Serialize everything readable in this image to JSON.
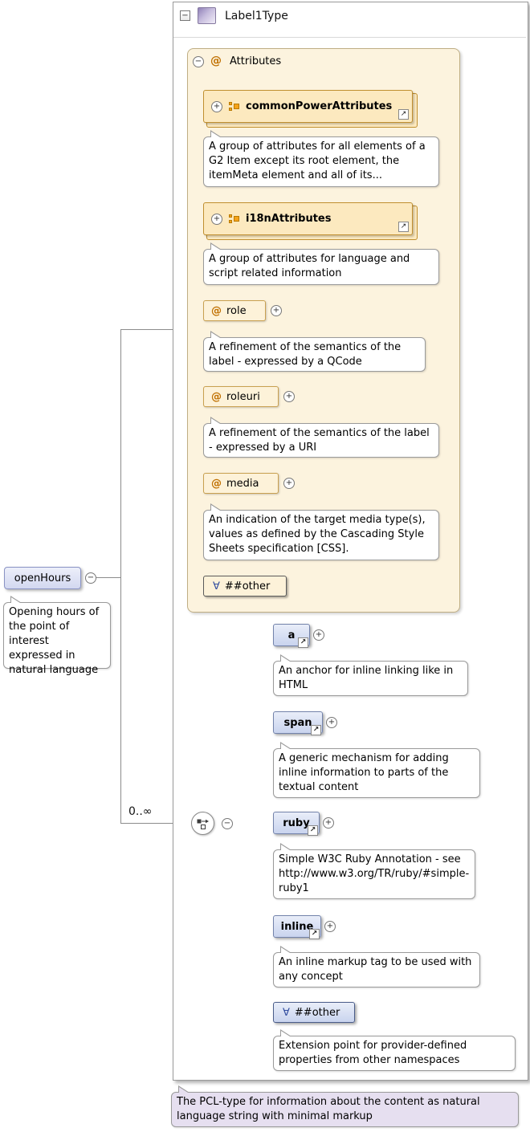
{
  "symbols": {
    "collapse": "−",
    "plus": "+",
    "at": "@",
    "any": "∀",
    "open_ref": "↗"
  },
  "type_header": {
    "title": "Label1Type"
  },
  "attributes_panel": {
    "title": "Attributes",
    "groups": [
      {
        "label": "commonPowerAttributes",
        "desc": "A group of attributes for all elements of a G2 Item except its root element, the itemMeta element and all of its..."
      },
      {
        "label": "i18nAttributes",
        "desc": "A group of attributes for language and script related information"
      }
    ],
    "attrs": [
      {
        "label": "role",
        "desc": "A refinement of the semantics of the label - expressed by a QCode"
      },
      {
        "label": "roleuri",
        "desc": "A refinement of the semantics of the label - expressed by a URI"
      },
      {
        "label": "media",
        "desc": "An indication of the target media type(s), values as defined by the Cascading Style Sheets specification [CSS]."
      }
    ],
    "wildcard": {
      "label": "##other"
    }
  },
  "element": {
    "label": "openHours",
    "desc": "Opening hours of the point of interest expressed in natural language"
  },
  "compositor": {
    "cardinality": "0..∞"
  },
  "children": [
    {
      "label": "a",
      "desc": "An anchor for inline linking like in HTML"
    },
    {
      "label": "span",
      "desc": "A generic mechanism for adding inline information to parts of the textual content"
    },
    {
      "label": "ruby",
      "desc": "Simple W3C Ruby Annotation - see http://www.w3.org/TR/ruby/#simple-ruby1"
    },
    {
      "label": "inline",
      "desc": "An inline markup tag to be used with any concept"
    }
  ],
  "children_wildcard": {
    "label": "##other",
    "desc": "Extension point for provider-defined properties from other namespaces"
  },
  "footer_note": "The PCL-type for information about the content as natural language string with minimal markup"
}
